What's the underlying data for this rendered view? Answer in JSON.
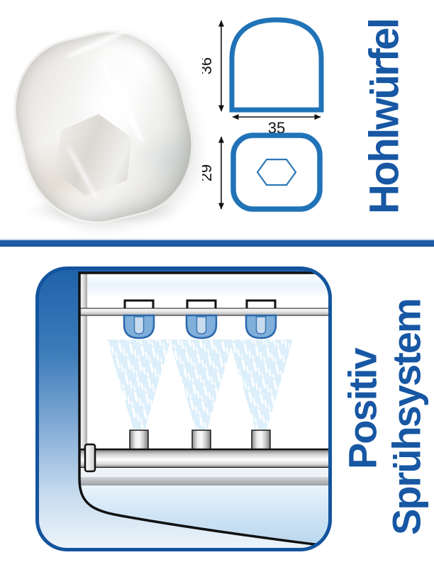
{
  "top_section": {
    "title": "Hohlwürfel",
    "title_color": "#1757a3",
    "product_photo": {
      "subject": "hollow ice cube"
    },
    "drawing": {
      "height_label": "36",
      "width_label": "35",
      "depth_label": "29",
      "line_color": "#2173b8"
    }
  },
  "divider": {
    "color": "#1d5ca8"
  },
  "bottom_section": {
    "title_line1": "Positiv",
    "title_line2": "Sprühsystem",
    "title_color": "#1757a3",
    "diagram": {
      "border_color": "#14549e",
      "mold_count": 3,
      "nozzle_count": 3,
      "mold_fill": "#7fafda",
      "spray_color": "#dceffa",
      "water_top_color": "#e9f4fb",
      "water_bottom_color": "#b5d3ec"
    }
  }
}
